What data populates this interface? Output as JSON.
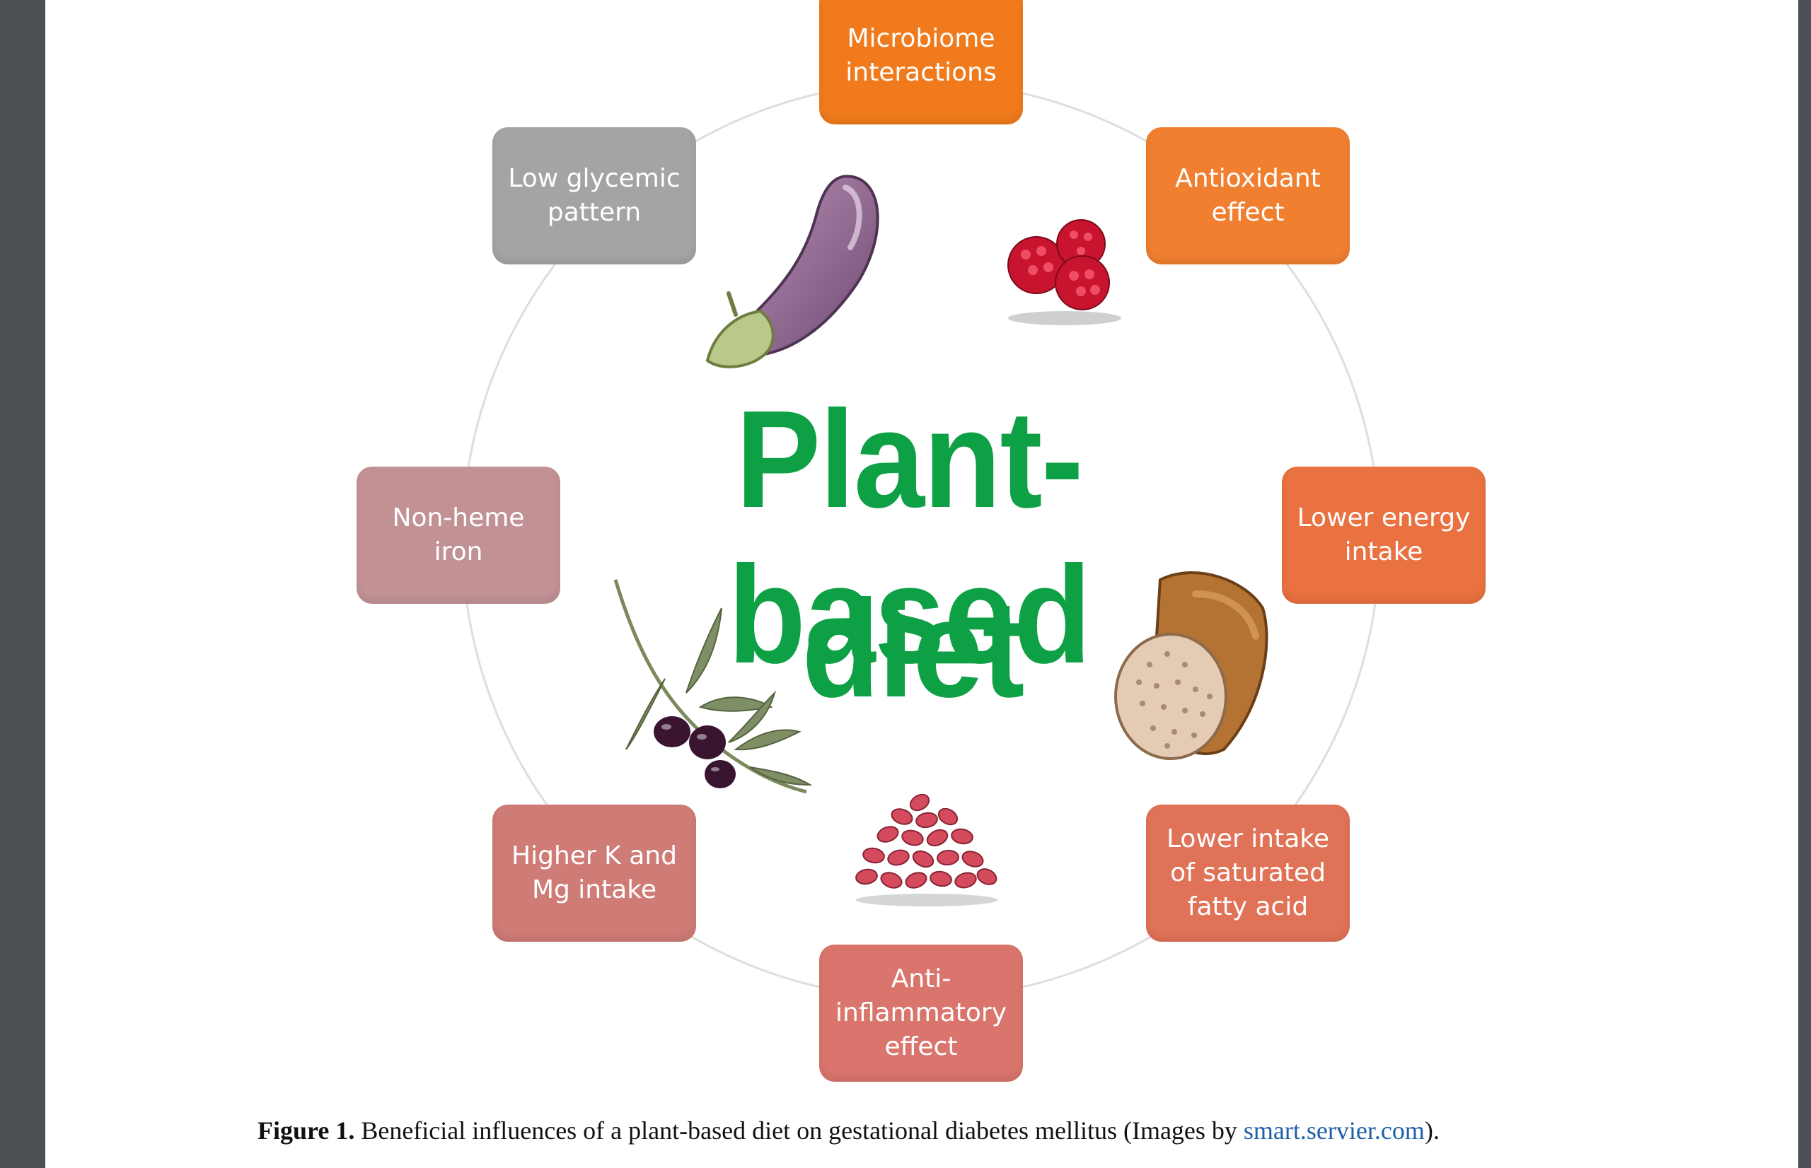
{
  "diagram": {
    "title_line1": "Plant-based",
    "title_line2": "diet",
    "nodes": [
      {
        "id": "microbiome",
        "label": "Microbiome\ninteractions",
        "color": "#f07a1c"
      },
      {
        "id": "antioxidant",
        "label": "Antioxidant\neffect",
        "color": "#f07f30"
      },
      {
        "id": "lower-energy",
        "label": "Lower energy\nintake",
        "color": "#ea7140"
      },
      {
        "id": "saturated-fat",
        "label": "Lower intake\nof saturated\nfatty acid",
        "color": "#e07257"
      },
      {
        "id": "anti-inflammatory",
        "label": "Anti-\ninflammatory\neffect",
        "color": "#d9756c"
      },
      {
        "id": "k-mg",
        "label": "Higher K and\nMg intake",
        "color": "#cf7b76"
      },
      {
        "id": "non-heme-iron",
        "label": "Non-heme\niron",
        "color": "#c19194"
      },
      {
        "id": "low-glycemic",
        "label": "Low glycemic\npattern",
        "color": "#a4a4a4"
      }
    ],
    "illustrations": [
      "eggplant-icon",
      "raspberries-icon",
      "olive-branch-icon",
      "bread-icon",
      "kidney-beans-icon"
    ]
  },
  "caption": {
    "lead": "Figure 1.",
    "text": " Beneficial influences of a plant-based diet on gestational diabetes mellitus (Images by ",
    "link": "smart.servier.com",
    "tail": ")."
  }
}
